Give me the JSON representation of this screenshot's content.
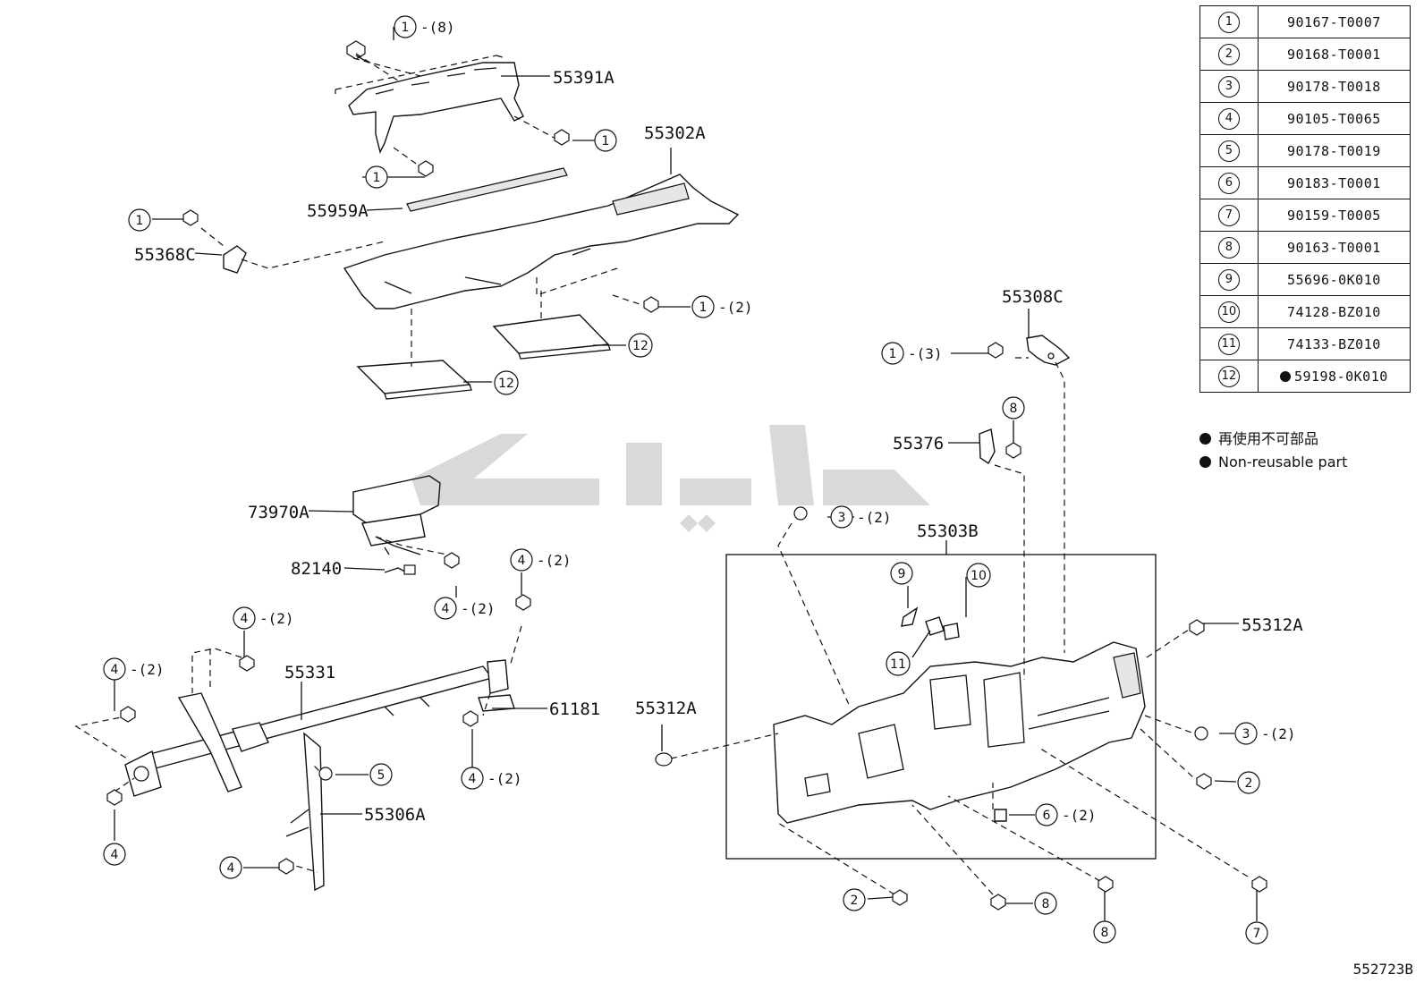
{
  "parts_table": [
    {
      "ref": "1",
      "part": "90167-T0007",
      "non_reusable": false
    },
    {
      "ref": "2",
      "part": "90168-T0001",
      "non_reusable": false
    },
    {
      "ref": "3",
      "part": "90178-T0018",
      "non_reusable": false
    },
    {
      "ref": "4",
      "part": "90105-T0065",
      "non_reusable": false
    },
    {
      "ref": "5",
      "part": "90178-T0019",
      "non_reusable": false
    },
    {
      "ref": "6",
      "part": "90183-T0001",
      "non_reusable": false
    },
    {
      "ref": "7",
      "part": "90159-T0005",
      "non_reusable": false
    },
    {
      "ref": "8",
      "part": "90163-T0001",
      "non_reusable": false
    },
    {
      "ref": "9",
      "part": "55696-0K010",
      "non_reusable": false
    },
    {
      "ref": "10",
      "part": "74128-BZ010",
      "non_reusable": false
    },
    {
      "ref": "11",
      "part": "74133-BZ010",
      "non_reusable": false
    },
    {
      "ref": "12",
      "part": "59198-0K010",
      "non_reusable": true
    }
  ],
  "legend": {
    "jp": "再使用不可部品",
    "en": "Non-reusable part"
  },
  "diagram_code": "552723B",
  "part_labels": {
    "p55391A": "55391A",
    "p55302A": "55302A",
    "p55959A": "55959A",
    "p55368C": "55368C",
    "p55308C": "55308C",
    "p55376": "55376",
    "p73970A": "73970A",
    "p82140": "82140",
    "p55303B": "55303B",
    "p55312A_right": "55312A",
    "p55312A_left": "55312A",
    "p55331": "55331",
    "p61181": "61181",
    "p55306A": "55306A"
  },
  "callouts": {
    "c1_top": {
      "num": "1",
      "qty": "-(8)"
    },
    "c1_right_bracket": {
      "num": "1",
      "qty": ""
    },
    "c1_mid": {
      "num": "1",
      "qty": ""
    },
    "c1_left": {
      "num": "1",
      "qty": ""
    },
    "c1_center": {
      "num": "1",
      "qty": "-(2)"
    },
    "c12_a": {
      "num": "12",
      "qty": ""
    },
    "c12_b": {
      "num": "12",
      "qty": ""
    },
    "c1_right": {
      "num": "1",
      "qty": "-(3)"
    },
    "c8_top": {
      "num": "8",
      "qty": ""
    },
    "c3_top": {
      "num": "3",
      "qty": "-(2)"
    },
    "c9": {
      "num": "9",
      "qty": ""
    },
    "c10": {
      "num": "10",
      "qty": ""
    },
    "c11": {
      "num": "11",
      "qty": ""
    },
    "c4_airbag": {
      "num": "4",
      "qty": "-(2)"
    },
    "c4_top": {
      "num": "4",
      "qty": "-(2)"
    },
    "c4_leftup": {
      "num": "4",
      "qty": "-(2)"
    },
    "c4_farleft": {
      "num": "4",
      "qty": "-(2)"
    },
    "c4_low": {
      "num": "4",
      "qty": "-(2)"
    },
    "c5": {
      "num": "5",
      "qty": ""
    },
    "c4_leftbottom": {
      "num": "4",
      "qty": ""
    },
    "c4_bottom": {
      "num": "4",
      "qty": ""
    },
    "c3_right": {
      "num": "3",
      "qty": "-(2)"
    },
    "c2_right": {
      "num": "2",
      "qty": ""
    },
    "c6": {
      "num": "6",
      "qty": "-(2)"
    },
    "c2_bottom": {
      "num": "2",
      "qty": ""
    },
    "c8_bottom_a": {
      "num": "8",
      "qty": ""
    },
    "c8_bottom_b": {
      "num": "8",
      "qty": ""
    },
    "c7": {
      "num": "7",
      "qty": ""
    }
  }
}
